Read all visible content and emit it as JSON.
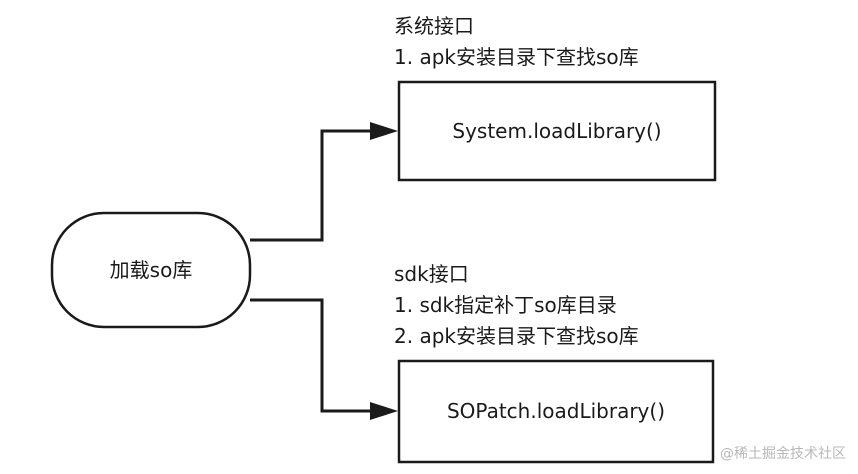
{
  "start_node": {
    "label": "加载so库"
  },
  "system_node": {
    "label": "System.loadLibrary()"
  },
  "system_note": {
    "title": "系统接口",
    "items": [
      "1. apk安装目录下查找so库"
    ]
  },
  "sopatch_node": {
    "label": "SOPatch.loadLibrary()"
  },
  "sdk_note": {
    "title": "sdk接口",
    "items": [
      "1. sdk指定补丁so库目录",
      "2. apk安装目录下查找so库"
    ]
  },
  "watermark": {
    "text": "@稀土掘金技术社区"
  },
  "colors": {
    "stroke": "#1a1a1a",
    "background": "#ffffff",
    "watermark": "#b8b8b8"
  }
}
